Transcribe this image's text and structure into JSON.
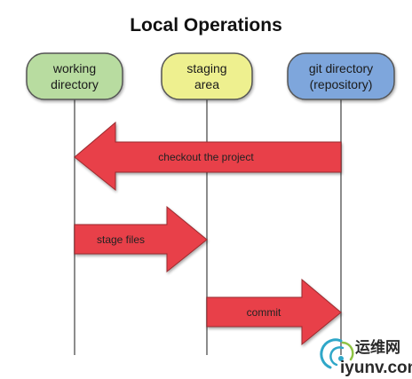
{
  "title": "Local Operations",
  "nodes": [
    {
      "line1": "working",
      "line2": "directory",
      "color": "#b8dca0"
    },
    {
      "line1": "staging",
      "line2": "area",
      "color": "#eef08f"
    },
    {
      "line1": "git directory",
      "line2": "(repository)",
      "color": "#7ea6dc"
    }
  ],
  "arrows": [
    {
      "label": "checkout the project",
      "color": "#e84148"
    },
    {
      "label": "stage files",
      "color": "#e84148"
    },
    {
      "label": "commit",
      "color": "#e84148"
    }
  ],
  "watermark": {
    "text_cn": "运维网",
    "text_en": "iyunv.com"
  }
}
